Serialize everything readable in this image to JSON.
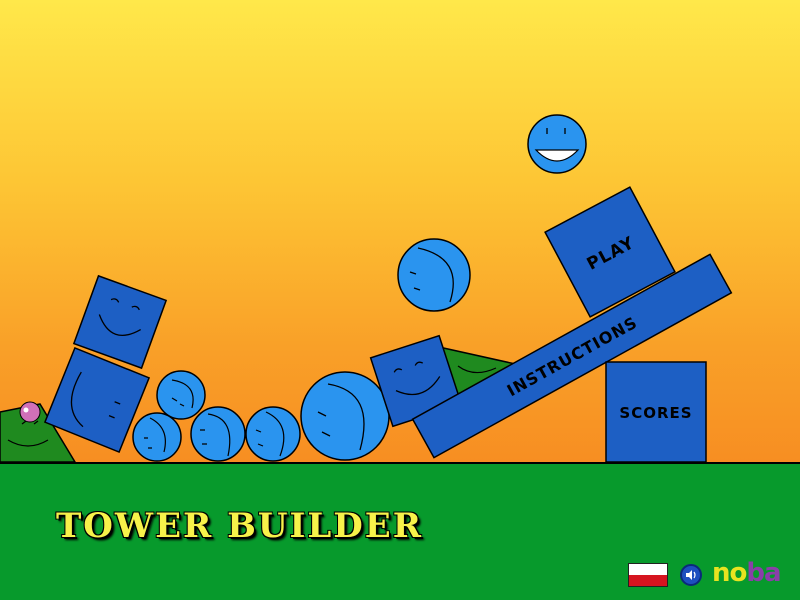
{
  "title": "TOWER BUILDER",
  "menu": {
    "play_label": "PLAY",
    "instructions_label": "INSTRUCTIONS",
    "scores_label": "SCORES"
  },
  "footer": {
    "language_flag": "poland-flag",
    "sound_icon": "speaker-icon",
    "logo_part1": "no",
    "logo_part2": "ba"
  },
  "colors": {
    "sky_top": "#ffe84a",
    "sky_bottom": "#f78e22",
    "ground": "#079a2c",
    "block_blue": "#1d5fc4",
    "ball_blue": "#2a94ef",
    "triangle_green": "#1f8a1f",
    "title_yellow": "#f7f24a"
  }
}
